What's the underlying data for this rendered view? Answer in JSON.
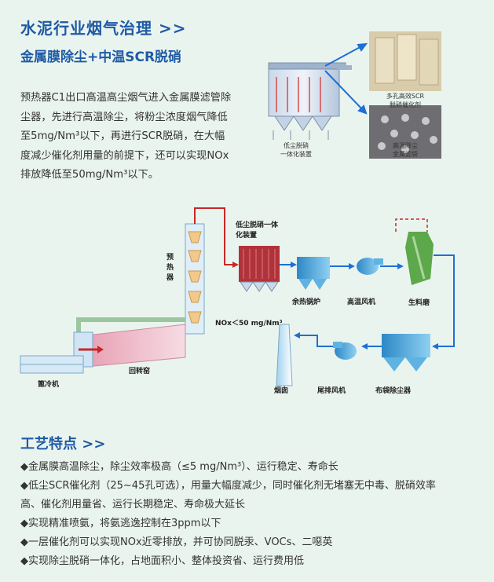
{
  "header": {
    "title": "水泥行业烟气治理 >>",
    "subtitle": "金属膜除尘+中温SCR脱硝"
  },
  "intro_lines": [
    "预热器C1出口高温高尘烟气进入金属膜滤管除",
    "尘器，先进行高温除尘，将粉尘浓度烟气降低",
    "至5mg/Nm³以下，再进行SCR脱硝，在大幅",
    "度减少催化剂用量的前提下，还可以实现NOx",
    "排放降低至50mg/Nm³以下。"
  ],
  "top_figure": {
    "device_caption": [
      "低尘脱硝",
      "一体化装置"
    ],
    "photo1_caption": [
      "多孔高效SCR",
      "脱硝催化剂"
    ],
    "photo2_caption": [
      "高温除尘",
      "金属滤袋"
    ]
  },
  "flow": {
    "preheater": [
      "预",
      "热",
      "器"
    ],
    "integrated_unit": [
      "低尘脱硝一体",
      "化装置"
    ],
    "boiler": "余热锅炉",
    "hot_fan": "高温风机",
    "raw_mill": "生料磨",
    "nox_note": "NOx＜50 mg/Nm³",
    "kiln": "回转窑",
    "cooler": "篦冷机",
    "chimney": "烟囱",
    "tail_fan": "尾排风机",
    "bag_filter": "布袋除尘器"
  },
  "features": {
    "title": "工艺特点 >>",
    "items": [
      "◆金属膜高温除尘，除尘效率极高（≤5 mg/Nm³）、运行稳定、寿命长",
      "◆低尘SCR催化剂（25~45孔可选），用量大幅度减少，同时催化剂无堵塞无中毒、脱硝效率",
      "高、催化剂用量省、运行长期稳定、寿命极大延长",
      "◆实现精准喷氨，将氨逃逸控制在3ppm以下",
      "◆一层催化剂可以实现NOx近零排放，并可协同脱汞、VOCs、二噁英",
      "◆实现除尘脱硝一体化，占地面积小、整体投资省、运行费用低"
    ]
  },
  "colors": {
    "title": "#1f5aa6",
    "flue_line": "#c62828",
    "air_line": "#1e6fd6",
    "equipment_blue": "#3aa0d8",
    "scr_red": "#b0323a",
    "mill_green": "#5ca84a"
  }
}
